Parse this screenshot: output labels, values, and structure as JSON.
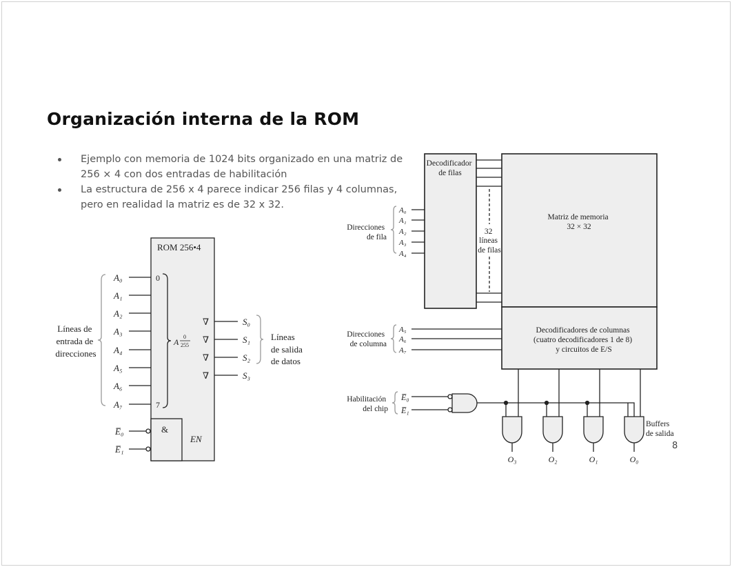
{
  "title": "Organización interna de la ROM",
  "bullets": [
    "Ejemplo con memoria de 1024 bits organizado en una matriz de 256 × 4 con dos entradas de habilitación",
    "La estructura de 256 x 4 parece indicar 256 filas y 4 columnas, pero en realidad la matriz es de 32 x 32."
  ],
  "left_diagram": {
    "chip_label": "ROM 256•4",
    "address_inputs": [
      "A₀",
      "A₁",
      "A₂",
      "A₃",
      "A₄",
      "A₅",
      "A₆",
      "A₇"
    ],
    "range_start": "0",
    "range_end": "7",
    "address_symbol": "A",
    "address_range_top": "0",
    "address_range_bottom": "255",
    "output_marker": "∇",
    "outputs": [
      "S₀",
      "S₁",
      "S₂",
      "S₃"
    ],
    "input_group_label": [
      "Líneas de",
      "entrada de",
      "direcciones"
    ],
    "output_group_label": [
      "Líneas",
      "de salida",
      "de datos"
    ],
    "enable_inputs": [
      "E̅₀",
      "E̅₁"
    ],
    "and_symbol": "&",
    "enable_label": "EN"
  },
  "right_diagram": {
    "row_decoder": [
      "Decodificador",
      "de filas"
    ],
    "memory_matrix": [
      "Matriz de memoria",
      "32 × 32"
    ],
    "row_lines": [
      "32",
      "líneas",
      "de filas"
    ],
    "row_address_label": [
      "Direcciones",
      "de fila"
    ],
    "row_inputs": [
      "A₀",
      "A₁",
      "A₂",
      "A₃",
      "A₄"
    ],
    "column_address_label": [
      "Direcciones",
      "de columna"
    ],
    "column_inputs": [
      "A₅",
      "A₆",
      "A₇"
    ],
    "column_decoder": [
      "Decodificadores de columnas",
      "(cuatro decodificadores 1 de 8)",
      "y circuitos de E/S"
    ],
    "chip_enable_label": [
      "Habilitación",
      "del chip"
    ],
    "enable_inputs": [
      "E̅₀",
      "E̅₁"
    ],
    "buffers_label": [
      "Buffers",
      "de salida"
    ],
    "outputs": [
      "O₃",
      "O₂",
      "O₁",
      "O₀"
    ]
  },
  "page_number": "8"
}
